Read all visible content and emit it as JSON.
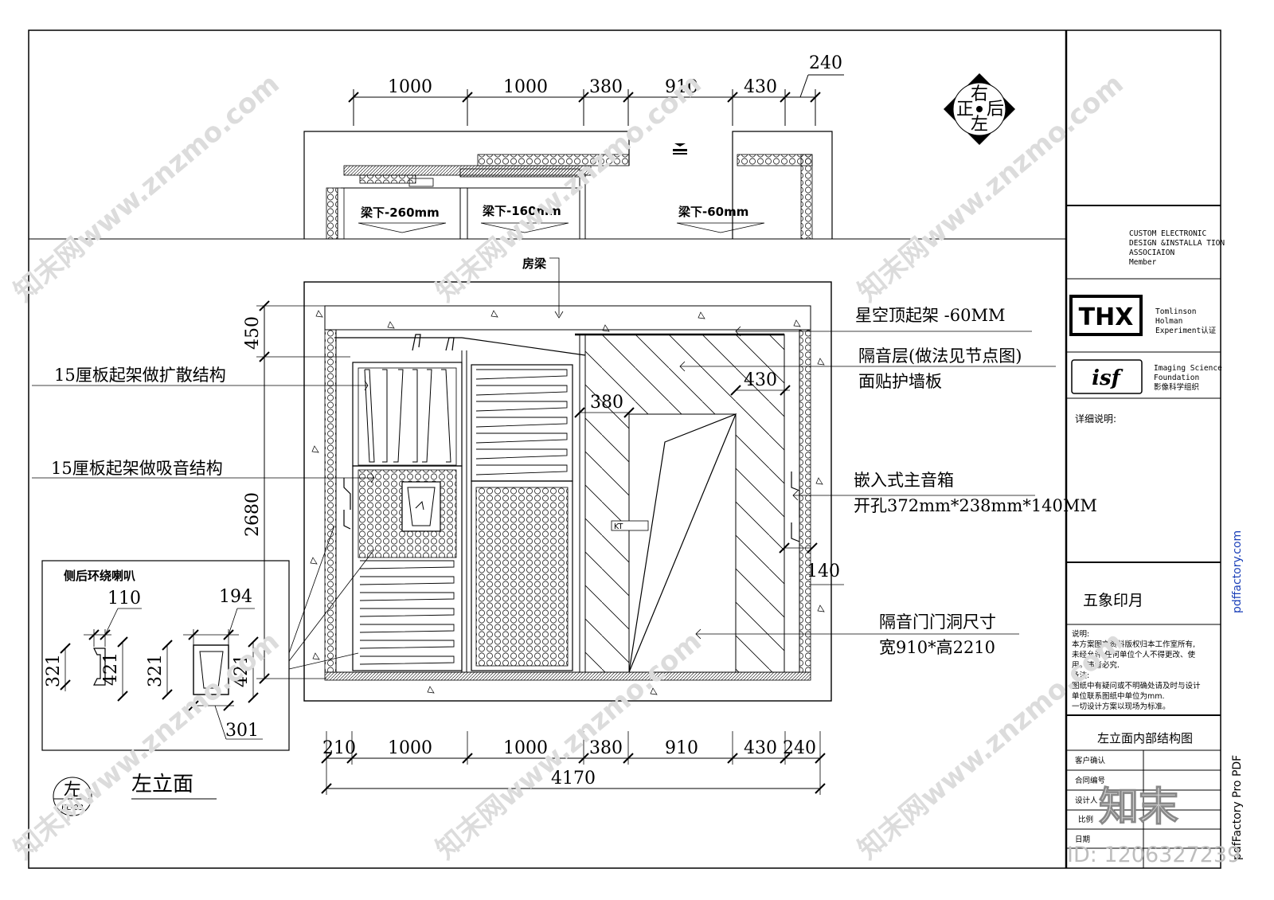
{
  "plan": {
    "top_dims": [
      "1000",
      "1000",
      "380",
      "910",
      "430"
    ],
    "top_dim_240": "240",
    "beam_labels": [
      "梁下-260mm",
      "梁下-160mm",
      "梁下-60mm"
    ]
  },
  "compass": {
    "top": "右",
    "left": "正",
    "right": "后",
    "bottom": "左"
  },
  "elevation": {
    "beam_label": "房梁",
    "dim_450": "450",
    "dim_2680": "2680",
    "dim_380": "380",
    "dim_430": "430",
    "dim_140": "140",
    "kt_label": "KT",
    "callouts": {
      "diffusion": "15厘板起架做扩散结构",
      "absorption": "15厘板起架做吸音结构",
      "ceiling": "星空顶起架 -60MM",
      "insulation_1": "隔音层(做法见节点图)",
      "insulation_2": "面贴护墙板",
      "speaker_1": "嵌入式主音箱",
      "speaker_2": "开孔372mm*238mm*140MM",
      "door_1": "隔音门门洞尺寸",
      "door_2": "宽910*高2210"
    },
    "bottom_dims": [
      "210",
      "1000",
      "1000",
      "380",
      "910",
      "430",
      "240"
    ],
    "total_dim": "4170",
    "title": "左立面",
    "tag_top": "左",
    "tag_bottom": "EL-03"
  },
  "surround": {
    "title": "侧后环绕喇叭",
    "d110": "110",
    "d194": "194",
    "d321a": "321",
    "d421a": "421",
    "d321b": "321",
    "d421b": "421",
    "d301": "301"
  },
  "titleblock": {
    "cedia": [
      "CUSTOM ELECTRONIC",
      "DESIGN &INSTALLA TION",
      "ASSOCIAION",
      "Member"
    ],
    "thx_logo": "THX",
    "thx_text": [
      "Tomlinson",
      "Holman",
      "Experiment认证"
    ],
    "isf_logo": "isf",
    "isf_text": [
      "Imaging Science",
      "Foundation",
      "影像科学组织"
    ],
    "detail_label": "详细说明:",
    "company": "五象印月",
    "notes": [
      "说明:",
      "本方案图文资料版权归本工作室所有,",
      "未经允许,任何单位个人不得更改、使",
      "用。违者必究.",
      "备注:",
      "图纸中有疑问或不明确处请及时与设计",
      "单位联系图纸中单位为mm.",
      "一切设计方案以现场为标准。"
    ],
    "drawing_title": "左立面内部结构图",
    "rows": [
      "客户确认",
      "合同编号",
      "设计人",
      "比例",
      "日期"
    ]
  },
  "overlays": {
    "pdf_factory": "pdfFactory Pro PDF",
    "pdf_factory_url": "pdffactory.com",
    "logo": "知末",
    "id_text": "ID: 1206327239",
    "watermark": "知末网www.znzmo.com"
  }
}
